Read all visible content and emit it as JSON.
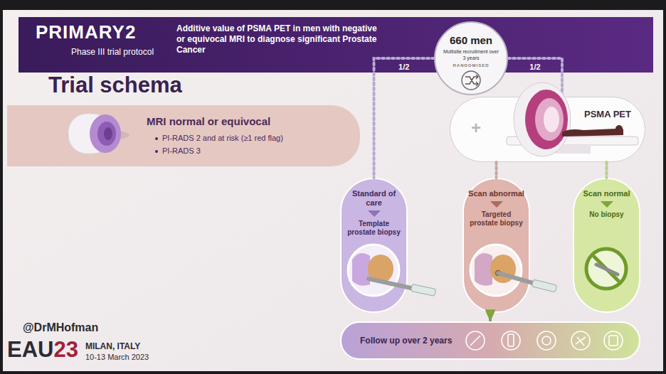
{
  "diagram": {
    "title": "Trial schema",
    "nodes": [
      {
        "text": [
          "PRIMARY2",
          "Phase III trial protocol",
          "Additive value of PSMA PET in men with negative or equivocal MRI to diagnose significant Prostate Cancer"
        ]
      },
      {
        "text": [
          "660 men",
          "Multisite recruitment over 3 years",
          "RANDOMISED"
        ]
      },
      {
        "text": [
          "MRI normal or equivocal",
          "PI-RADS 2 and at risk (≥1 red flag)",
          "PI-RADS 3"
        ]
      },
      {
        "text": [
          "PSMA PET"
        ]
      },
      {
        "text": [
          "Standard of care",
          "Template prostate biopsy"
        ]
      },
      {
        "text": [
          "Scan abnormal",
          "Targeted prostate biopsy"
        ]
      },
      {
        "text": [
          "Scan normal",
          "No biopsy"
        ]
      },
      {
        "text": [
          "Follow up over 2 years"
        ]
      }
    ],
    "edges": [
      {
        "from": 1,
        "to": 4,
        "label": "1/2",
        "arrow": "none"
      },
      {
        "from": 1,
        "to": 3,
        "label": "1/2",
        "arrow": "none"
      },
      {
        "from": 3,
        "to": 5,
        "arrow": "none"
      },
      {
        "from": 3,
        "to": 6,
        "arrow": "none"
      },
      {
        "from": 4,
        "to": 7,
        "arrow": "to"
      },
      {
        "from": 5,
        "to": 7,
        "arrow": "to"
      },
      {
        "from": 6,
        "to": 7,
        "arrow": "to"
      }
    ],
    "labels": [
      "+",
      "@DrMHofman",
      "EAU",
      "23",
      "MILAN, ITALY",
      "10-13 March 2023"
    ]
  }
}
